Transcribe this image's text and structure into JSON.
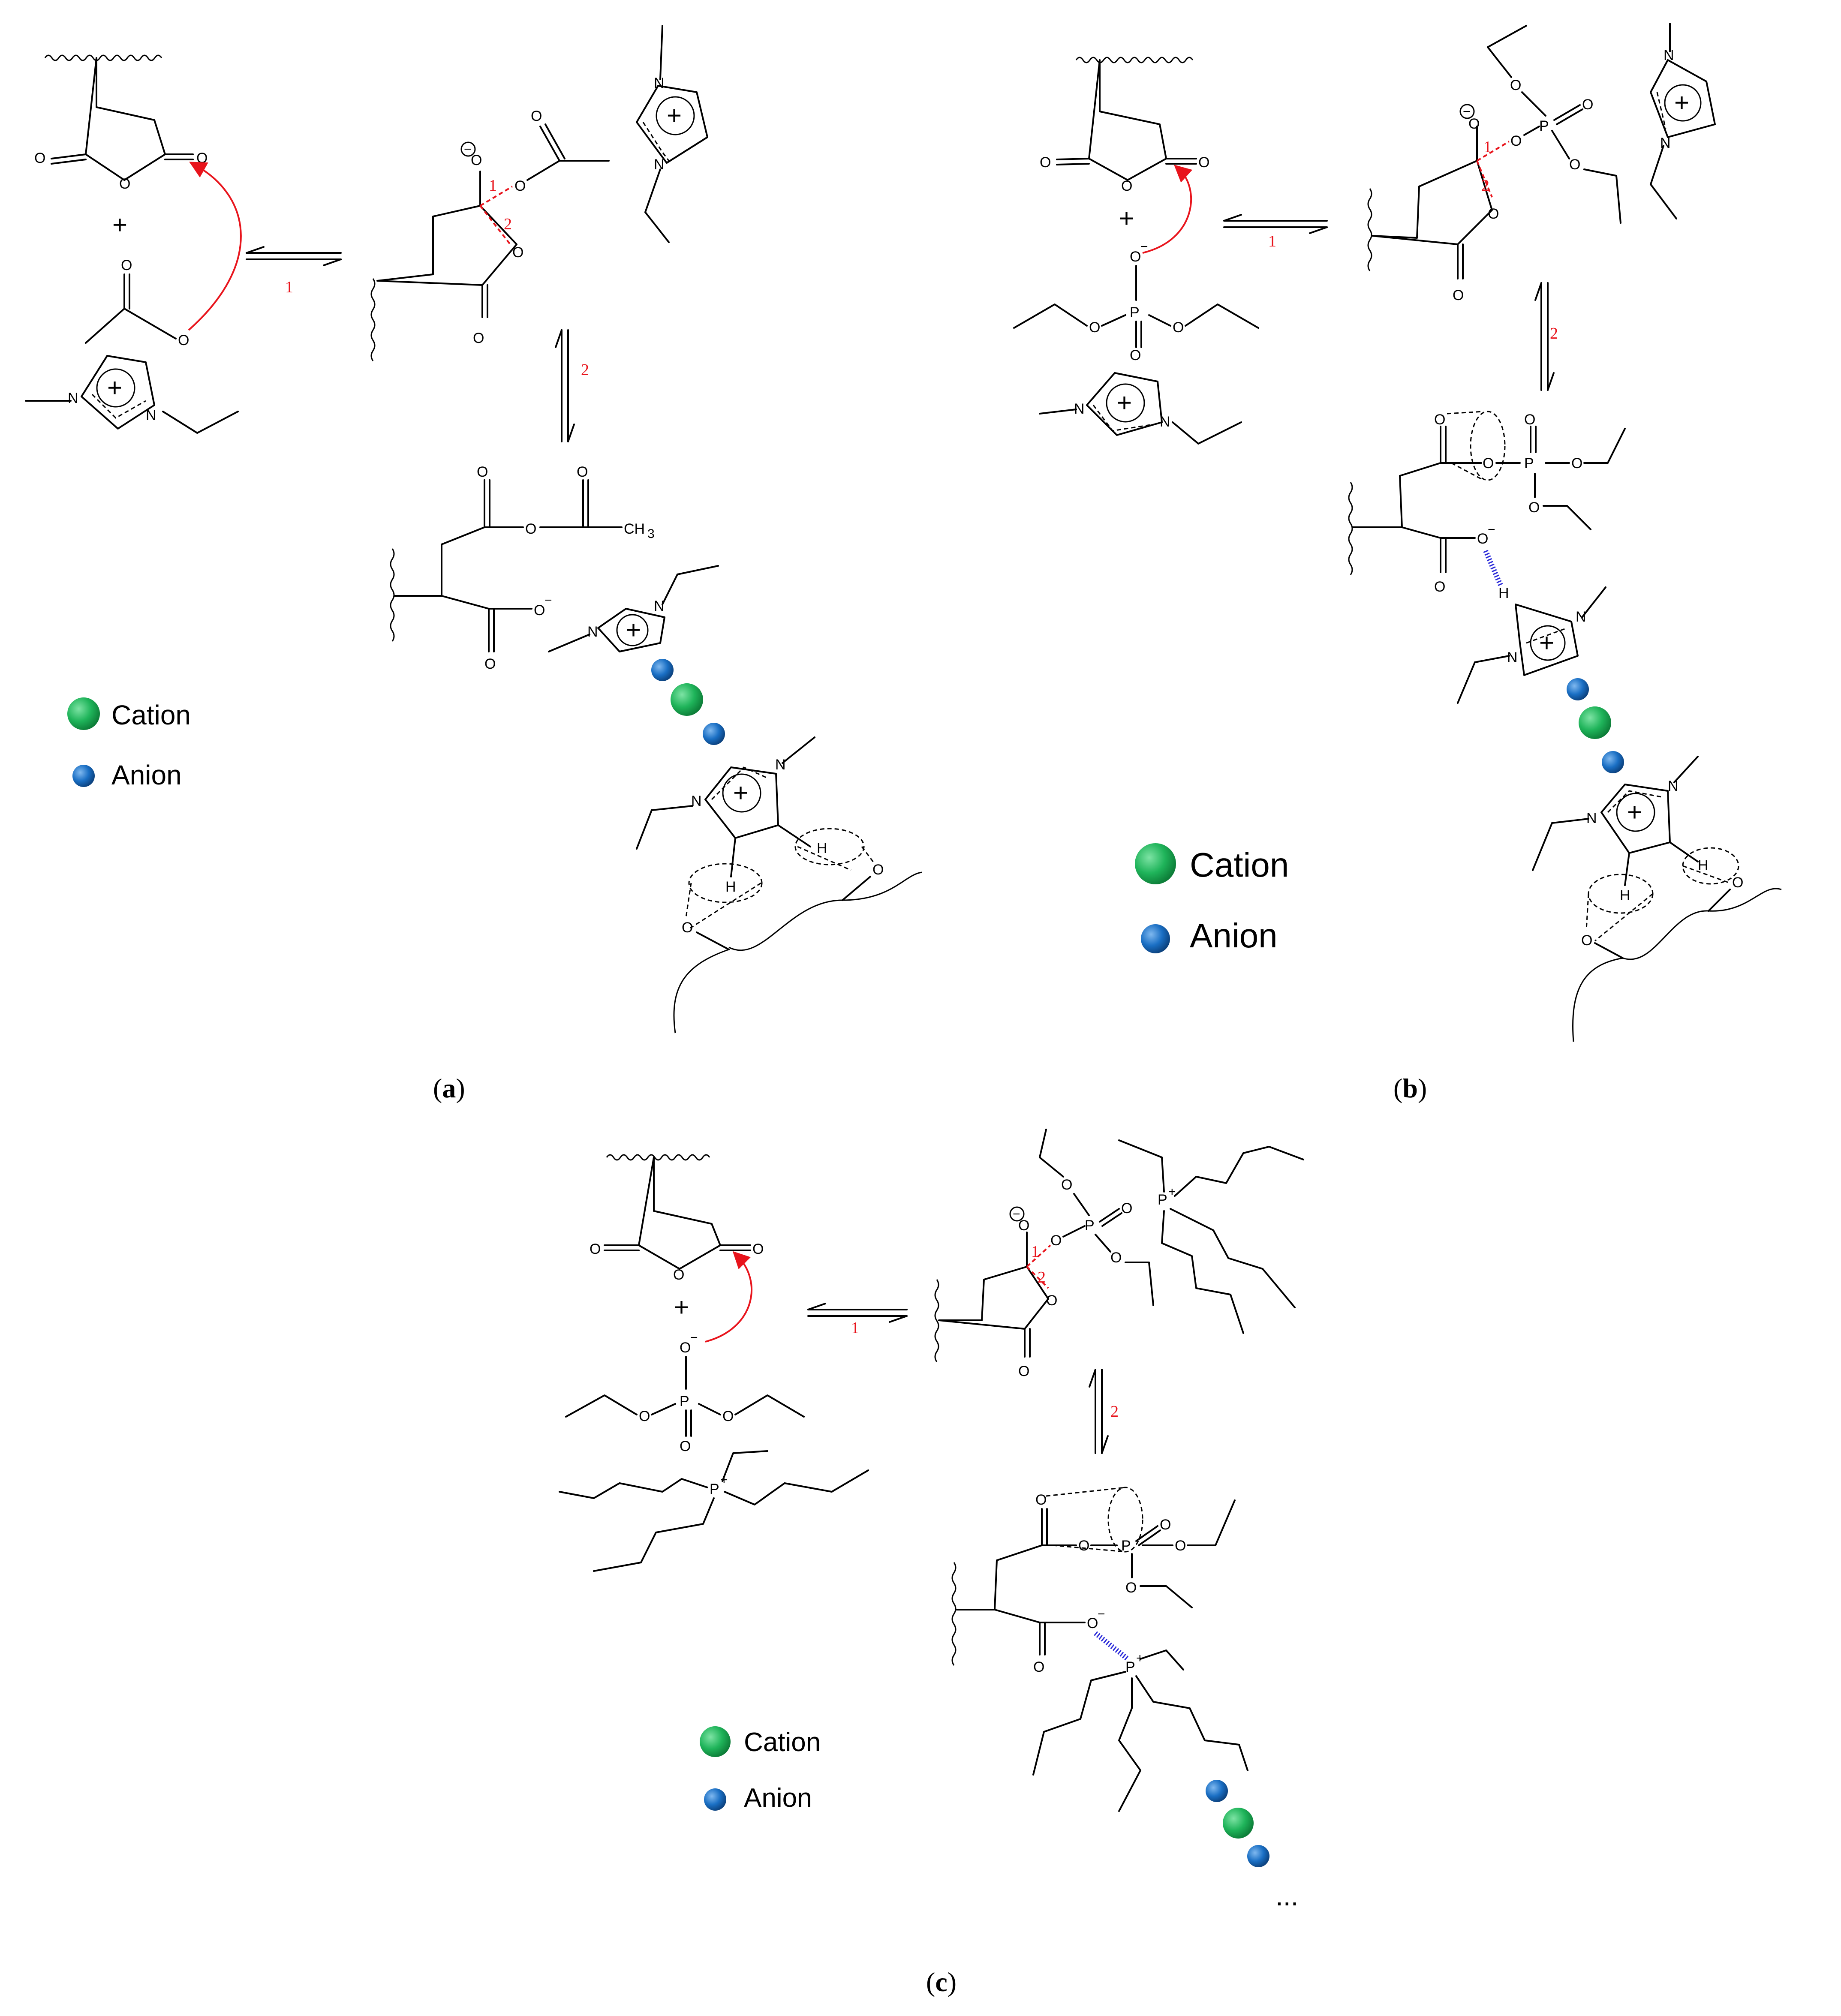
{
  "figure": {
    "panels": [
      {
        "id": "a",
        "label": "a"
      },
      {
        "id": "b",
        "label": "b"
      },
      {
        "id": "c",
        "label": "c"
      }
    ],
    "legend": {
      "cation": "Cation",
      "anion": "Anion"
    },
    "step_labels": {
      "one": "1",
      "two": "2"
    },
    "atoms": {
      "O": "O",
      "N": "N",
      "P": "P",
      "H": "H",
      "CH3": "CH",
      "sub3": "3",
      "minus": "−",
      "Pplus": "+",
      "plus": "+",
      "ellipsis": "..."
    },
    "colors": {
      "cation": "#1fb45a",
      "anion": "#1a6fc4",
      "arrow": "#e8141c",
      "hbond": "#2b2bd9"
    }
  }
}
